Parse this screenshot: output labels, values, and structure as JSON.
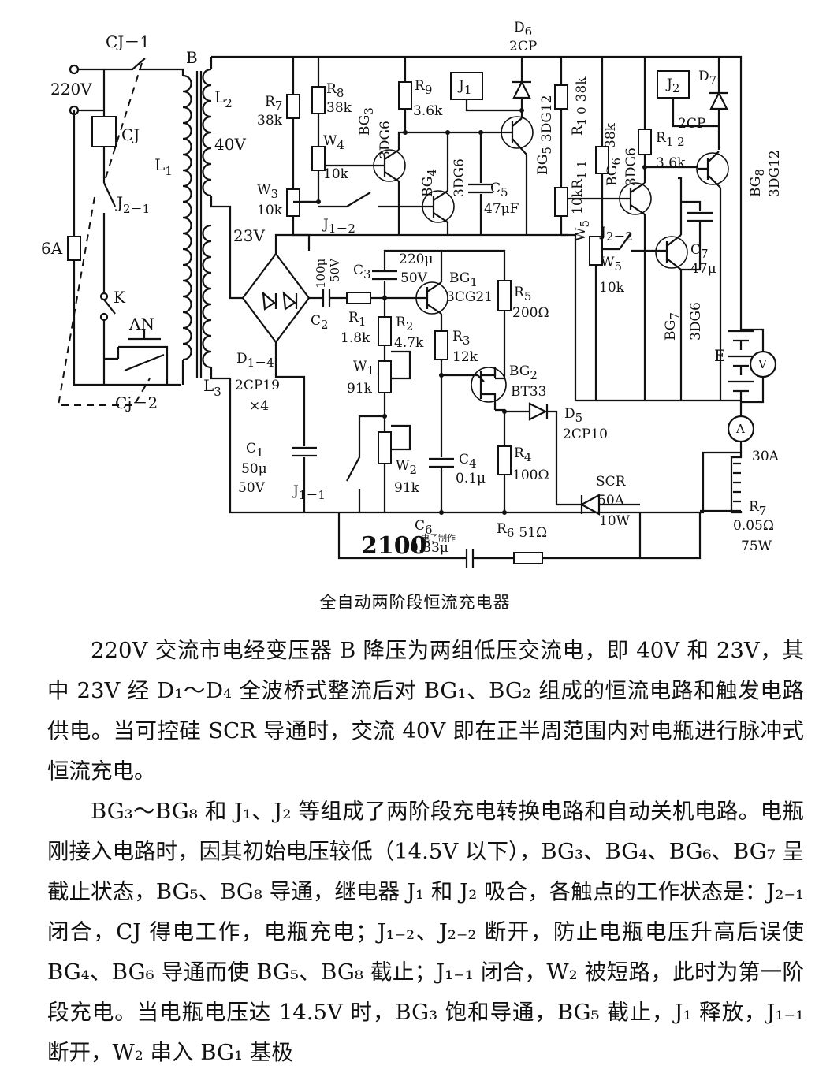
{
  "diagram": {
    "caption": "全自动两阶段恒流充电器",
    "labels": {
      "cj1": "CJ－1",
      "v220": "220V",
      "B": "B",
      "CJ": "CJ",
      "L1": "L",
      "L1sub": "1",
      "L2": "L",
      "L2sub": "2",
      "v40": "40V",
      "L3": "L",
      "L3sub": "3",
      "v23": "23V",
      "J21": "J",
      "J21sub": "2－1",
      "fuse": "6A",
      "K": "K",
      "AN": "AN",
      "cj2": "Cj－2",
      "R7": "R",
      "R7sub": "7",
      "R7val": "38k",
      "R8": "R",
      "R8sub": "8",
      "R8val": "38k",
      "BG3": "BG",
      "BG3sub": "3",
      "BG3type": "3DG6",
      "R9": "R",
      "R9sub": "9",
      "R9val": "3.6k",
      "J1box": "J",
      "J1boxsub": "1",
      "D6": "D",
      "D6sub": "6",
      "D6type": "2CP",
      "BG5": "BG",
      "BG5sub": "5",
      "BG5type": "3DG12",
      "R10": "R",
      "R10sub": "1 0",
      "R10val": "38k",
      "J2box": "J",
      "J2boxsub": "2",
      "D7": "D",
      "D7sub": "7",
      "D7type": "2CP",
      "W4": "W",
      "W4sub": "4",
      "W4val": "10k",
      "BG4": "BG",
      "BG4sub": "4",
      "BG4type": "3DG6",
      "C5": "C",
      "C5sub": "5",
      "C5val": "47μF",
      "R11": "R",
      "R11sub": "1 1",
      "R11val": "10k",
      "BG6": "BG",
      "BG6sub": "6",
      "BG6type": "3DG6",
      "BG6val": "38k",
      "R12": "R",
      "R12sub": "1 2",
      "R12val": "3.6k",
      "BG8": "BG",
      "BG8sub": "8",
      "BG8type": "3DG12",
      "W3": "W",
      "W3sub": "3",
      "W3val": "10k",
      "J12": "J",
      "J12sub": "1－2",
      "W5a": "W",
      "W5asub": "5",
      "J22": "J",
      "J22sub": "2－2",
      "W5": "W",
      "W5sub": "5",
      "W5val": "10k",
      "C7": "C",
      "C7sub": "7",
      "C7val": "47μ",
      "BG7": "BG",
      "BG7sub": "7",
      "BG7type": "3DG6",
      "C2val1": "100μ",
      "C2val2": "50V",
      "C3": "C",
      "C3sub": "3",
      "C3val1": "220μ",
      "C3val2": "50V",
      "BG1": "BG",
      "BG1sub": "1",
      "BG1type": "3CG21",
      "R5": "R",
      "R5sub": "5",
      "R5val": "200Ω",
      "C2": "C",
      "C2sub": "2",
      "R1": "R",
      "R1sub": "1",
      "R1val": "1.8k",
      "R2": "R",
      "R2sub": "2",
      "R2val": "4.7k",
      "R3": "R",
      "R3sub": "3",
      "R3val": "12k",
      "BG2": "BG",
      "BG2sub": "2",
      "BG2type": "BT33",
      "D14": "D",
      "D14sub": "1－4",
      "D14type": "2CP19",
      "D14count": "×4",
      "W1": "W",
      "W1sub": "1",
      "W1val": "91k",
      "D5": "D",
      "D5sub": "5",
      "D5type": "2CP10",
      "E": "E",
      "V": "V",
      "A": "A",
      "a30": "30A",
      "C1": "C",
      "C1sub": "1",
      "C1val1": "50μ",
      "C1val2": "50V",
      "J11": "J",
      "J11sub": "1－1",
      "W2": "W",
      "W2sub": "2",
      "W2val": "91k",
      "C4": "C",
      "C4sub": "4",
      "C4val": "0.1μ",
      "R4": "R",
      "R4sub": "4",
      "R4val": "100Ω",
      "SCR": "SCR",
      "SCRval1": "50A",
      "SCRval2": "10W",
      "R7b": "R",
      "R7bsub": "7",
      "R7bval1": "0.05Ω",
      "R7bval2": "75W",
      "C6": "C",
      "C6sub": "6",
      "C6val": "0.33μ",
      "R6": "R",
      "R6sub": "6",
      "R6val": "51Ω"
    },
    "watermark": {
      "logo": "2100",
      "sub": "电子制作"
    }
  },
  "article": {
    "paragraphs": [
      "220V 交流市电经变压器 B 降压为两组低压交流电，即 40V 和 23V，其中 23V 经 D₁～D₄ 全波桥式整流后对 BG₁、BG₂ 组成的恒流电路和触发电路供电。当可控硅 SCR 导通时，交流 40V 即在正半周范围内对电瓶进行脉冲式恒流充电。",
      "BG₃～BG₈ 和 J₁、J₂ 等组成了两阶段充电转换电路和自动关机电路。电瓶刚接入电路时，因其初始电压较低（14.5V 以下），BG₃、BG₄、BG₆、BG₇ 呈截止状态，BG₅、BG₈ 导通，继电器 J₁ 和 J₂ 吸合，各触点的工作状态是：J₂₋₁ 闭合，CJ 得电工作，电瓶充电；J₁₋₂、J₂₋₂ 断开，防止电瓶电压升高后误使 BG₄、BG₆ 导通而使 BG₅、BG₈ 截止；J₁₋₁ 闭合，W₂ 被短路，此时为第一阶段充电。当电瓶电压达 14.5V 时，BG₃ 饱和导通，BG₅ 截止，J₁ 释放，J₁₋₁ 断开，W₂ 串入 BG₁ 基极"
    ]
  }
}
